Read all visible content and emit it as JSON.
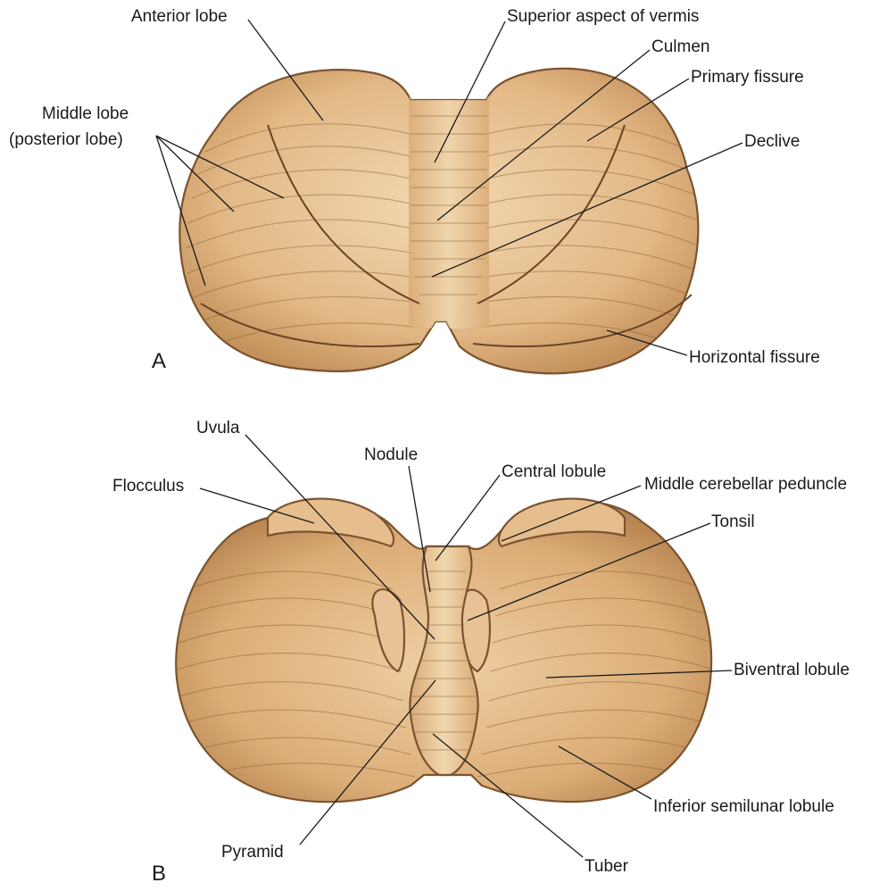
{
  "colors": {
    "tissue_light": "#f0d2a8",
    "tissue_mid": "#deb27e",
    "tissue_dark": "#b98552",
    "outline": "#7a5430",
    "label_text": "#1a1a1a"
  },
  "panel_a": {
    "letter": "A",
    "labels": {
      "anterior_lobe": "Anterior lobe",
      "superior_aspect_of_vermis": "Superior aspect of vermis",
      "culmen": "Culmen",
      "primary_fissure": "Primary fissure",
      "middle_lobe_line1": "Middle lobe",
      "middle_lobe_line2": "(posterior lobe)",
      "declive": "Declive",
      "horizontal_fissure": "Horizontal fissure"
    }
  },
  "panel_b": {
    "letter": "B",
    "labels": {
      "uvula": "Uvula",
      "nodule": "Nodule",
      "flocculus": "Flocculus",
      "central_lobule": "Central lobule",
      "middle_cerebellar_peduncle": "Middle cerebellar peduncle",
      "tonsil": "Tonsil",
      "biventral_lobule": "Biventral lobule",
      "inferior_semilunar_lobule": "Inferior semilunar lobule",
      "pyramid": "Pyramid",
      "tuber": "Tuber"
    }
  }
}
